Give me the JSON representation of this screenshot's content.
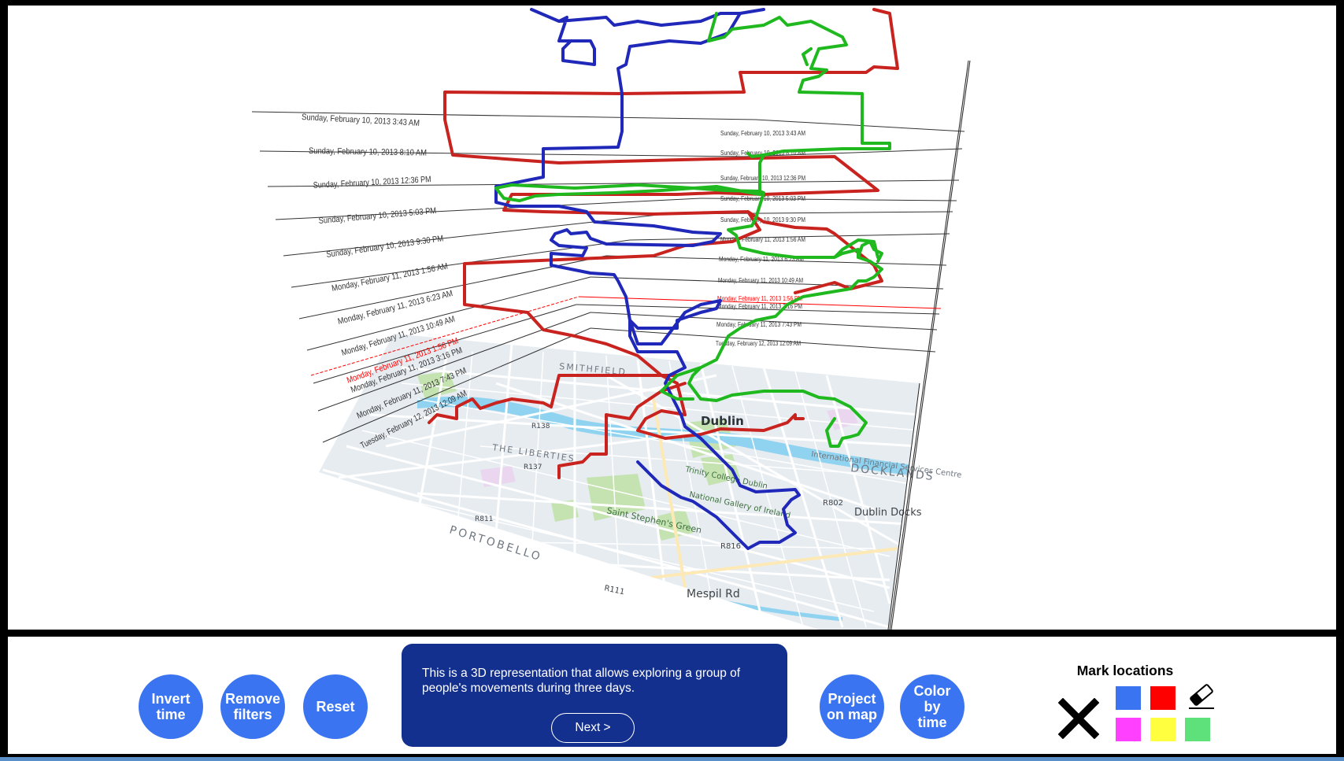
{
  "viewport": {
    "time_labels_left": [
      "Sunday, February 10, 2013 3:43 AM",
      "Sunday, February 10, 2013 8:10 AM",
      "Sunday, February 10, 2013 12:36 PM",
      "Sunday, February 10, 2013 5:03 PM",
      "Sunday, February 10, 2013 9:30 PM",
      "Monday, February 11, 2013 1:56 AM",
      "Monday, February 11, 2013 6:23 AM",
      "Monday, February 11, 2013 10:49 AM",
      "Monday, February 11, 2013 1:56 PM",
      "Monday, February 11, 2013 3:16 PM",
      "Monday, February 11, 2013 7:43 PM",
      "Tuesday, February 12, 2013 12:09 AM"
    ],
    "time_labels_right": [
      "Sunday, February 10, 2013 3:43 AM",
      "Sunday, February 10, 2013 8:10 AM",
      "Sunday, February 10, 2013 12:36 PM",
      "Sunday, February 10, 2013 5:03 PM",
      "Sunday, February 10, 2013 9:30 PM",
      "Monday, February 11, 2013 1:56 AM",
      "Monday, February 11, 2013 6:23 AM",
      "Monday, February 11, 2013 10:49 AM",
      "Monday, February 11, 2013 1:56 PM",
      "Monday, February 11, 2013 3:16 PM",
      "Monday, February 11, 2013 7:43 PM",
      "Tuesday, February 12, 2013 12:09 AM"
    ],
    "highlight_index": 8,
    "highlight_color": "#ff0000",
    "map_labels": {
      "smithfield": "SMITHFIELD",
      "the_liberties": "THE LIBERTIES",
      "portobello": "PORTOBELLO",
      "dublin": "Dublin",
      "trinity": "Trinity College Dublin",
      "gallery": "National Gallery of Ireland",
      "st_stephens": "Saint Stephen's Green",
      "ifsc": "International Financial Services Centre",
      "docklands": "DOCKLANDS",
      "dublin_docks": "Dublin Docks",
      "mespil": "Mespil Rd",
      "r111": "R111",
      "r816": "R816",
      "r802": "R802",
      "r811": "R811",
      "r137": "R137",
      "r138": "R138"
    },
    "track_colors": {
      "red": "#c8231e",
      "blue": "#1f28b8",
      "green": "#1fb91f"
    }
  },
  "toolbar": {
    "invert_time": "Invert\ntime",
    "remove_filters": "Remove\nfilters",
    "reset": "Reset",
    "project_on_map": "Project\non map",
    "color_by_time": "Color\nby\ntime",
    "button_color": "#3a74f0",
    "tutorial": {
      "text": "This is a 3D representation that allows exploring a group of people's movements during three days.",
      "next_label": "Next >",
      "panel_color": "#14308f"
    },
    "mark_locations": {
      "title": "Mark locations",
      "colors": {
        "blue": "#3a74f0",
        "red": "#ff0000",
        "magenta": "#ff40ff",
        "yellow": "#ffff40",
        "green": "#5ee07a"
      },
      "clear_icon": "x-icon",
      "eraser_icon": "eraser-icon"
    }
  }
}
